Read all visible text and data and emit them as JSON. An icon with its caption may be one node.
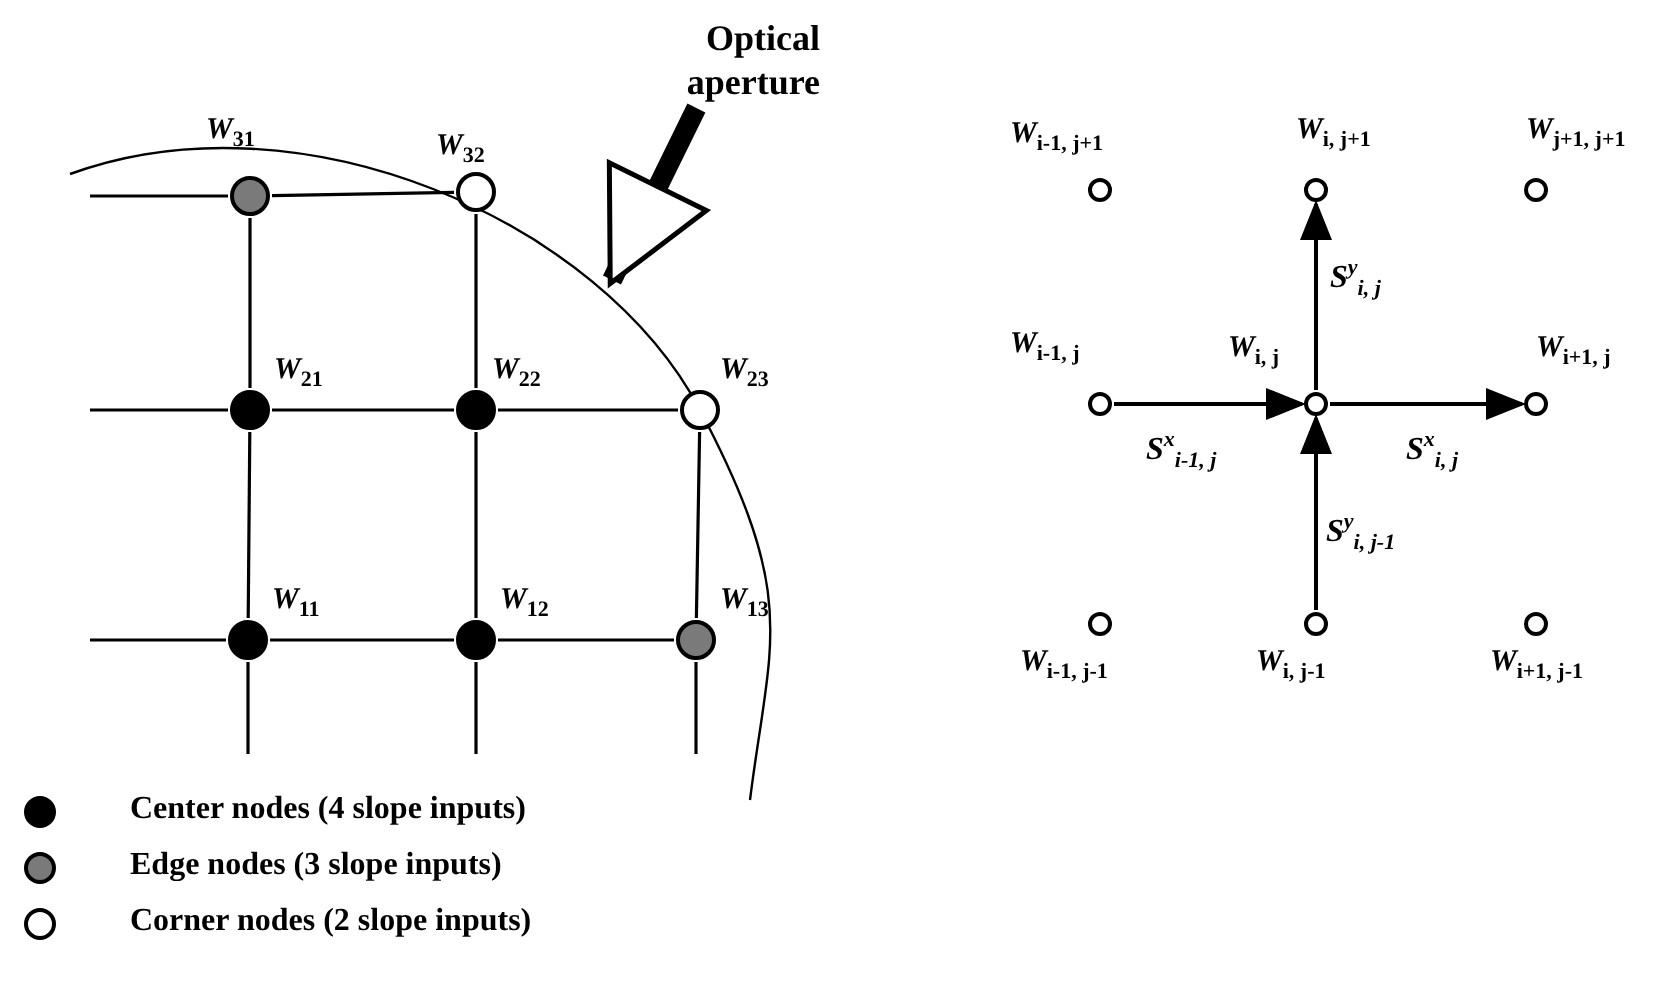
{
  "diagram": {
    "nodes": [
      {
        "text": [
          "Optical aperture"
        ]
      },
      {
        "text": [],
        "shape": "circle",
        "beside": [
          "W$_{31}$"
        ]
      },
      {
        "text": [],
        "shape": "circle",
        "beside": [
          "W$_{32}$"
        ]
      },
      {
        "text": [],
        "shape": "circle",
        "beside": [
          "W$_{21}$"
        ]
      },
      {
        "text": [],
        "shape": "circle",
        "beside": [
          "W$_{22}$"
        ]
      },
      {
        "text": [],
        "shape": "circle",
        "beside": [
          "W$_{23}$"
        ]
      },
      {
        "text": [],
        "shape": "circle",
        "beside": [
          "W$_{11}$"
        ]
      },
      {
        "text": [],
        "shape": "circle",
        "beside": [
          "W$_{12}$"
        ]
      },
      {
        "text": [],
        "shape": "circle",
        "beside": [
          "W$_{13}$"
        ]
      },
      {
        "text": [],
        "shape": "circle",
        "beside": [
          "W$_{i-1, j+1}$"
        ]
      },
      {
        "text": [],
        "shape": "circle",
        "beside": [
          "W$_{i, j+1}$"
        ]
      },
      {
        "text": [],
        "shape": "circle",
        "beside": [
          "W$_{j+1, j+1}$"
        ]
      },
      {
        "text": [],
        "shape": "circle",
        "beside": [
          "W$_{i-1, j}$"
        ]
      },
      {
        "text": [],
        "shape": "circle",
        "beside": [
          "W$_{i, j}$"
        ]
      },
      {
        "text": [],
        "shape": "circle",
        "beside": [
          "W$_{i+1, j}$"
        ]
      },
      {
        "text": [],
        "shape": "circle",
        "beside": [
          "W$_{i-1, j-1}$"
        ]
      },
      {
        "text": [],
        "shape": "circle",
        "beside": [
          "W$_{i, j-1}$"
        ]
      },
      {
        "text": [],
        "shape": "circle",
        "beside": [
          "W$_{i+1, j-1}$"
        ]
      }
    ],
    "edges": [
      {
        "from": null,
        "to": 1,
        "arrow": "none"
      },
      {
        "from": 1,
        "to": 2,
        "arrow": "none"
      },
      {
        "from": null,
        "to": 3,
        "arrow": "none"
      },
      {
        "from": 3,
        "to": 4,
        "arrow": "none"
      },
      {
        "from": 4,
        "to": 5,
        "arrow": "none"
      },
      {
        "from": null,
        "to": 6,
        "arrow": "none"
      },
      {
        "from": 6,
        "to": 7,
        "arrow": "none"
      },
      {
        "from": 7,
        "to": 8,
        "arrow": "none"
      },
      {
        "from": 1,
        "to": 3,
        "arrow": "none"
      },
      {
        "from": 3,
        "to": 6,
        "arrow": "none"
      },
      {
        "from": 6,
        "to": null,
        "arrow": "none"
      },
      {
        "from": 2,
        "to": 4,
        "arrow": "none"
      },
      {
        "from": 4,
        "to": 7,
        "arrow": "none"
      },
      {
        "from": 7,
        "to": null,
        "arrow": "none"
      },
      {
        "from": 5,
        "to": 8,
        "arrow": "none"
      },
      {
        "from": 8,
        "to": null,
        "arrow": "none"
      },
      {
        "from": 0,
        "to": null,
        "arrow": "to",
        "style": "thick"
      },
      {
        "from": 12,
        "to": 13,
        "arrow": "to",
        "label": "S$^{x}$$_{i-1, j}$"
      },
      {
        "from": 13,
        "to": 14,
        "arrow": "to",
        "label": "S$^{x}$$_{i, j}$"
      },
      {
        "from": 13,
        "to": 10,
        "arrow": "to",
        "label": "S$^{y}$$_{i, j}$"
      },
      {
        "from": 16,
        "to": 13,
        "arrow": "to",
        "label": "S$^{y}$$_{i, j-1}$"
      }
    ],
    "legend": [
      {
        "text": "Center nodes (4 slope inputs)"
      },
      {
        "text": "Edge nodes (3 slope inputs)"
      },
      {
        "text": "Corner nodes (2 slope inputs)"
      }
    ]
  }
}
